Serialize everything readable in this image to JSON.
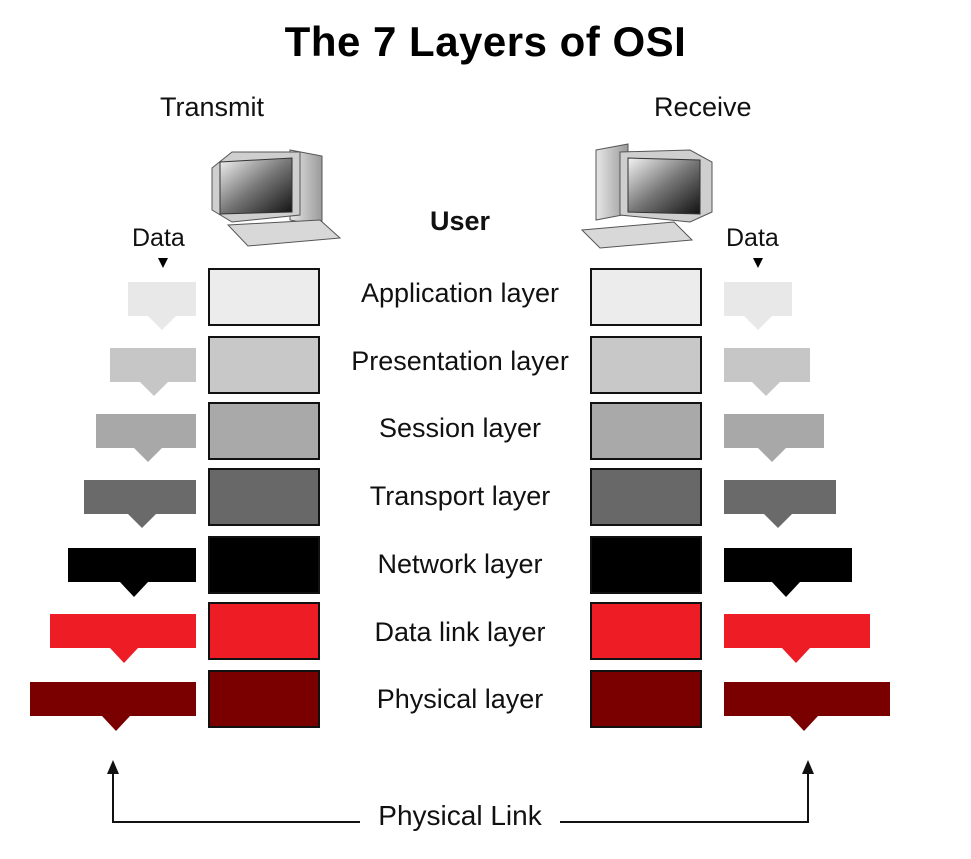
{
  "title": "The 7 Layers of OSI",
  "transmit_label": "Transmit",
  "receive_label": "Receive",
  "user_label": "User",
  "data_label_left": "Data",
  "data_label_right": "Data",
  "physical_link_label": "Physical Link",
  "layers": [
    {
      "name": "Application layer",
      "color": "#ececec",
      "packet_color": "#e8e8e8"
    },
    {
      "name": "Presentation layer",
      "color": "#c8c8c8",
      "packet_color": "#c6c6c6"
    },
    {
      "name": "Session layer",
      "color": "#a9a9a9",
      "packet_color": "#a8a8a8"
    },
    {
      "name": "Transport layer",
      "color": "#686868",
      "packet_color": "#6a6a6a"
    },
    {
      "name": "Network layer",
      "color": "#000000",
      "packet_color": "#000000"
    },
    {
      "name": "Data link layer",
      "color": "#ee1c24",
      "packet_color": "#ee1c24"
    },
    {
      "name": "Physical layer",
      "color": "#7a0000",
      "packet_color": "#7a0000"
    }
  ],
  "icons": {
    "computer_left": "desktop-computer-icon",
    "computer_right": "desktop-computer-icon"
  }
}
